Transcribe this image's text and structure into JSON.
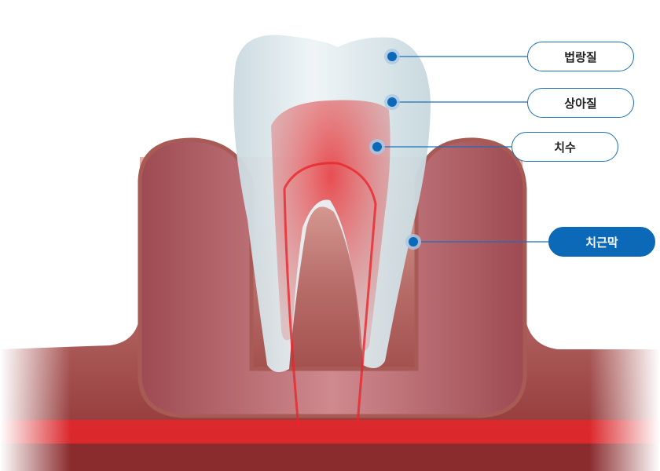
{
  "labels": [
    {
      "id": "enamel",
      "text": "법랑질",
      "active": false
    },
    {
      "id": "dentin",
      "text": "상아질",
      "active": false
    },
    {
      "id": "pulp",
      "text": "치수",
      "active": false
    },
    {
      "id": "periodontal-ligament",
      "text": "치근막",
      "active": true
    }
  ],
  "colors": {
    "accent": "#0b69b7",
    "gum": "#b85f66",
    "blood": "#e8262a"
  }
}
